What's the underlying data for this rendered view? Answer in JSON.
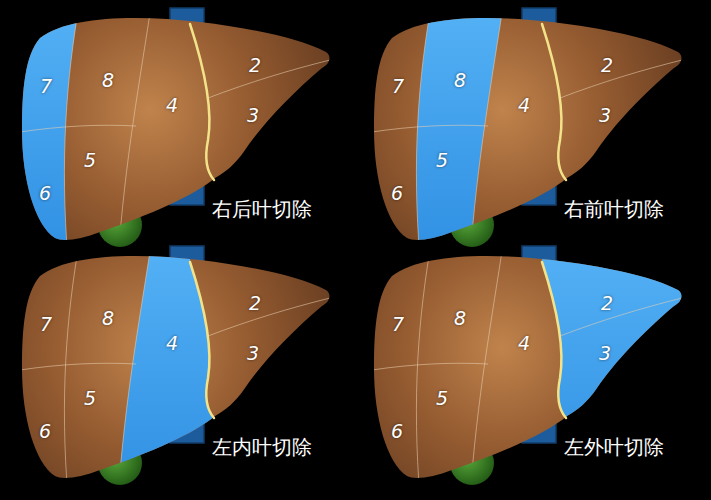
{
  "diagram": {
    "labels": [
      "2",
      "7",
      "8",
      "4",
      "3",
      "5",
      "6",
      "右后叶切除",
      "2",
      "7",
      "8",
      "4",
      "3",
      "5",
      "6",
      "右前叶切除",
      "2",
      "7",
      "8",
      "4",
      "3",
      "5",
      "6",
      "左内叶切除",
      "2",
      "7",
      "8",
      "4",
      "3",
      "5",
      "6",
      "左外叶切除"
    ]
  }
}
